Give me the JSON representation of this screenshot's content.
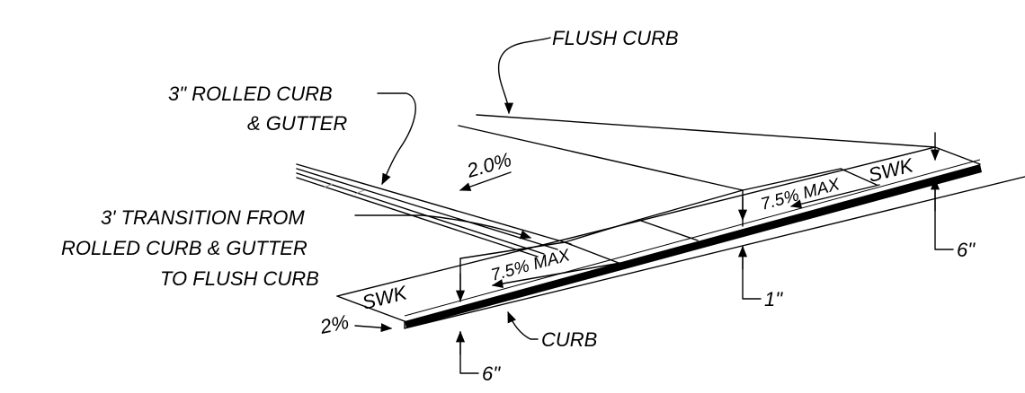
{
  "labels": {
    "flush_curb": "FLUSH CURB",
    "rolled_curb_line1": "3\" ROLLED CURB",
    "rolled_curb_line2": "& GUTTER",
    "transition_line1": "3' TRANSITION FROM",
    "transition_line2": "ROLLED CURB & GUTTER",
    "transition_line3": "TO FLUSH CURB",
    "slope_street": "2.0%",
    "slope_ramp_left": "7.5% MAX",
    "slope_ramp_right": "7.5% MAX",
    "swk_left": "SWK",
    "swk_right": "SWK",
    "slope_sidewalk": "2%",
    "curb": "CURB",
    "dim_6_left": "6\"",
    "dim_6_right": "6\"",
    "dim_1": "1\""
  },
  "colors": {
    "line": "#000000",
    "background": "#ffffff",
    "curb_fill": "#000000"
  }
}
